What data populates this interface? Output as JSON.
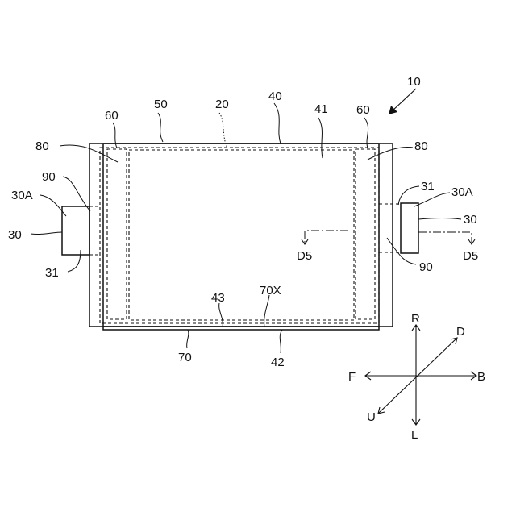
{
  "labels": {
    "ref_10": "10",
    "ref_50": "50",
    "ref_20": "20",
    "ref_40": "40",
    "ref_41": "41",
    "ref_60_left": "60",
    "ref_60_right": "60",
    "ref_80_left": "80",
    "ref_80_right": "80",
    "ref_90_left": "90",
    "ref_90_right": "90",
    "ref_30a_left": "30A",
    "ref_30a_right": "30A",
    "ref_30_left": "30",
    "ref_30_right": "30",
    "ref_31_left": "31",
    "ref_31_right": "31",
    "ref_d5_left": "D5",
    "ref_d5_right": "D5",
    "ref_43": "43",
    "ref_70x": "70X",
    "ref_70": "70",
    "ref_42": "42"
  },
  "directions": {
    "r": "R",
    "l": "L",
    "f": "F",
    "b": "B",
    "d": "D",
    "u": "U"
  }
}
